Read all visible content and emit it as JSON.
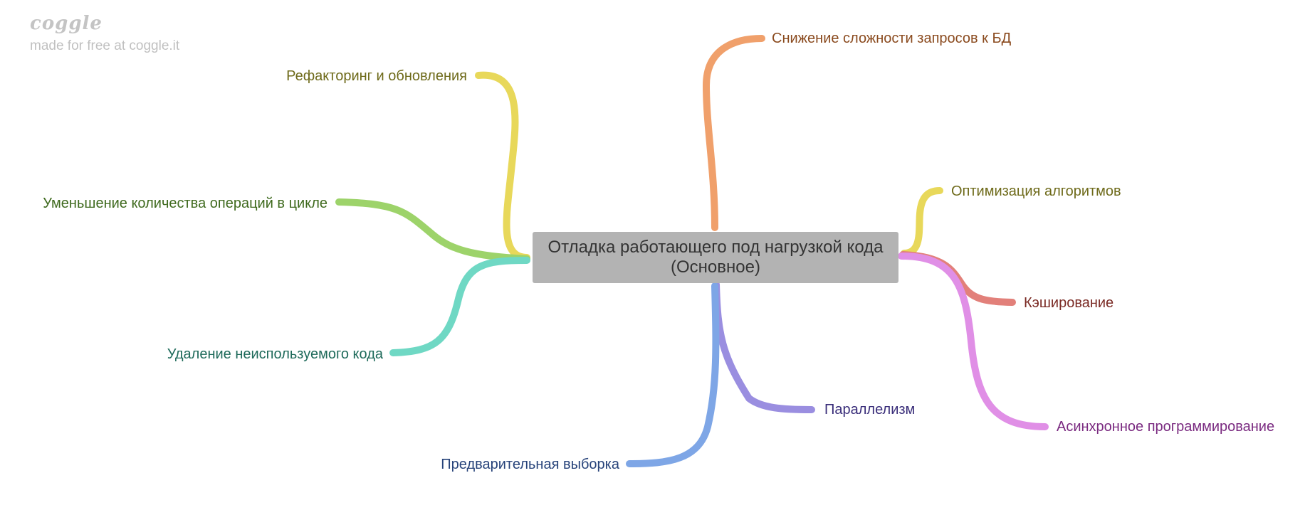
{
  "watermark": {
    "logo": "coggle",
    "subtitle": "made for free at coggle.it"
  },
  "center": {
    "line1": "Отладка работающего под нагрузкой кода",
    "line2": "(Основное)"
  },
  "branches": [
    {
      "id": "db",
      "label": "Снижение сложности запросов к БД",
      "color": "#f0a06b",
      "text_color": "#8a4a1e"
    },
    {
      "id": "refactor",
      "label": "Рефакторинг и обновления",
      "color": "#e8d85a",
      "text_color": "#6e6a1a"
    },
    {
      "id": "algo",
      "label": "Оптимизация алгоритмов",
      "color": "#e8d85a",
      "text_color": "#6e6a1a"
    },
    {
      "id": "loop",
      "label": "Уменьшение количества операций в цикле",
      "color": "#9dd36a",
      "text_color": "#3f6a1e"
    },
    {
      "id": "cache",
      "label": "Кэширование",
      "color": "#e2807a",
      "text_color": "#7a2a24"
    },
    {
      "id": "unused",
      "label": "Удаление неиспользуемого кода",
      "color": "#6fd8c4",
      "text_color": "#1e6a5a"
    },
    {
      "id": "parallel",
      "label": "Параллелизм",
      "color": "#9a8ee0",
      "text_color": "#3a2e7a"
    },
    {
      "id": "async",
      "label": "Асинхронное программирование",
      "color": "#e08fe6",
      "text_color": "#7a2a80"
    },
    {
      "id": "prefetch",
      "label": "Предварительная выборка",
      "color": "#7ea6e6",
      "text_color": "#27437a"
    }
  ]
}
